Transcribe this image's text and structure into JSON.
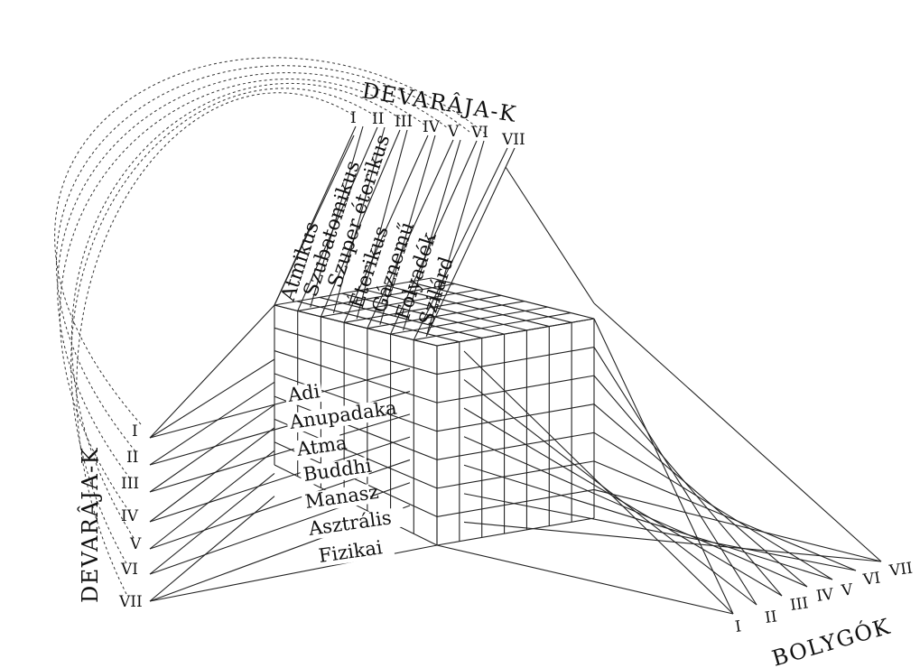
{
  "titles": {
    "top": "DEVARÂJA-K",
    "left": "DEVARÂJA-K",
    "bottom": "BOLYGÓK"
  },
  "top_numerals": [
    "I",
    "II",
    "III",
    "IV",
    "V",
    "VI",
    "VII"
  ],
  "left_numerals": [
    "I",
    "II",
    "III",
    "IV",
    "V",
    "VI",
    "VII"
  ],
  "bottom_numerals": [
    "I",
    "II",
    "III",
    "IV",
    "V",
    "VI",
    "VII"
  ],
  "matter_states": [
    "Atmikus",
    "Szubatomikus",
    "Szuper éterikus",
    "Éterikus",
    "Gáznemű",
    "Folyadék",
    "Szilárd"
  ],
  "planes": [
    "Adi",
    "Anupadaka",
    "Atma",
    "Buddhi",
    "Manasz",
    "Asztrális",
    "Fizikai"
  ]
}
